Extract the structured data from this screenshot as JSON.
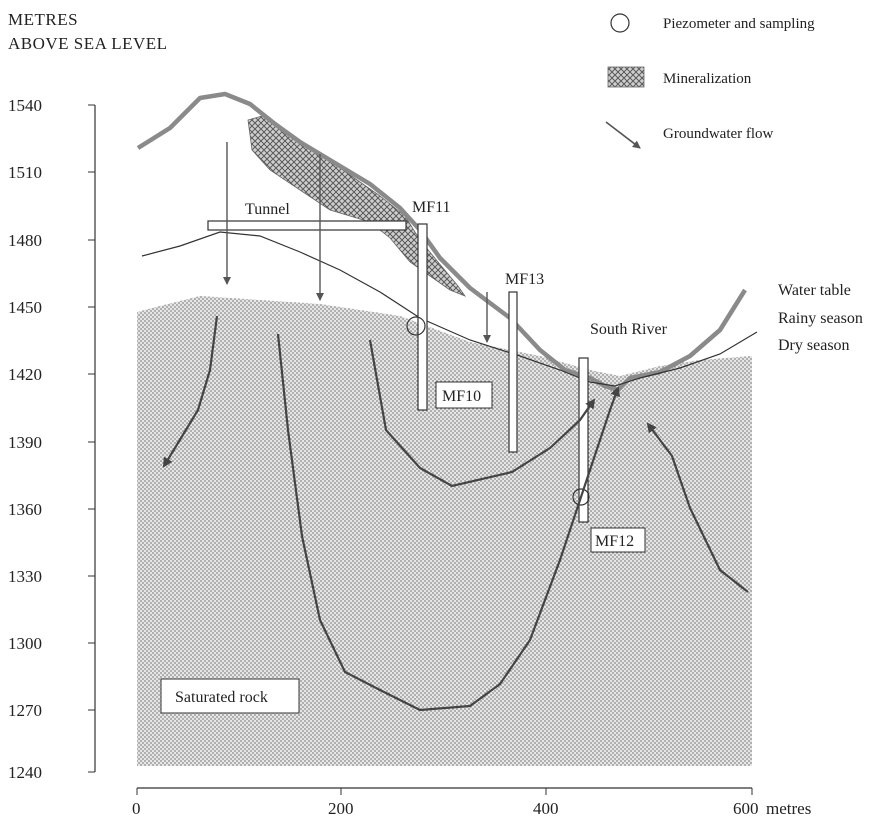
{
  "header": {
    "line1": "METRES",
    "line2": "ABOVE SEA LEVEL"
  },
  "y_axis": {
    "ticks": [
      "1540",
      "1510",
      "1480",
      "1450",
      "1420",
      "1390",
      "1360",
      "1330",
      "1300",
      "1270",
      "1240"
    ]
  },
  "x_axis": {
    "ticks": [
      "0",
      "200",
      "400",
      "600"
    ],
    "unit": "metres"
  },
  "legend": {
    "piezometer": "Piezometer and sampling",
    "mineralization": "Mineralization",
    "flow": "Groundwater flow"
  },
  "right_labels": {
    "line1": "Water table",
    "line2": "Rainy season",
    "line3": "Dry season"
  },
  "labels": {
    "tunnel": "Tunnel",
    "mf11": "MF11",
    "mf13": "MF13",
    "mf10": "MF10",
    "mf12": "MF12",
    "south_river": "South River",
    "saturated_rock": "Saturated rock"
  },
  "colors": {
    "ground": "#7f7f7f",
    "saturated_fill": "#bdbdbd",
    "line": "#333333",
    "arrow": "#444444"
  }
}
